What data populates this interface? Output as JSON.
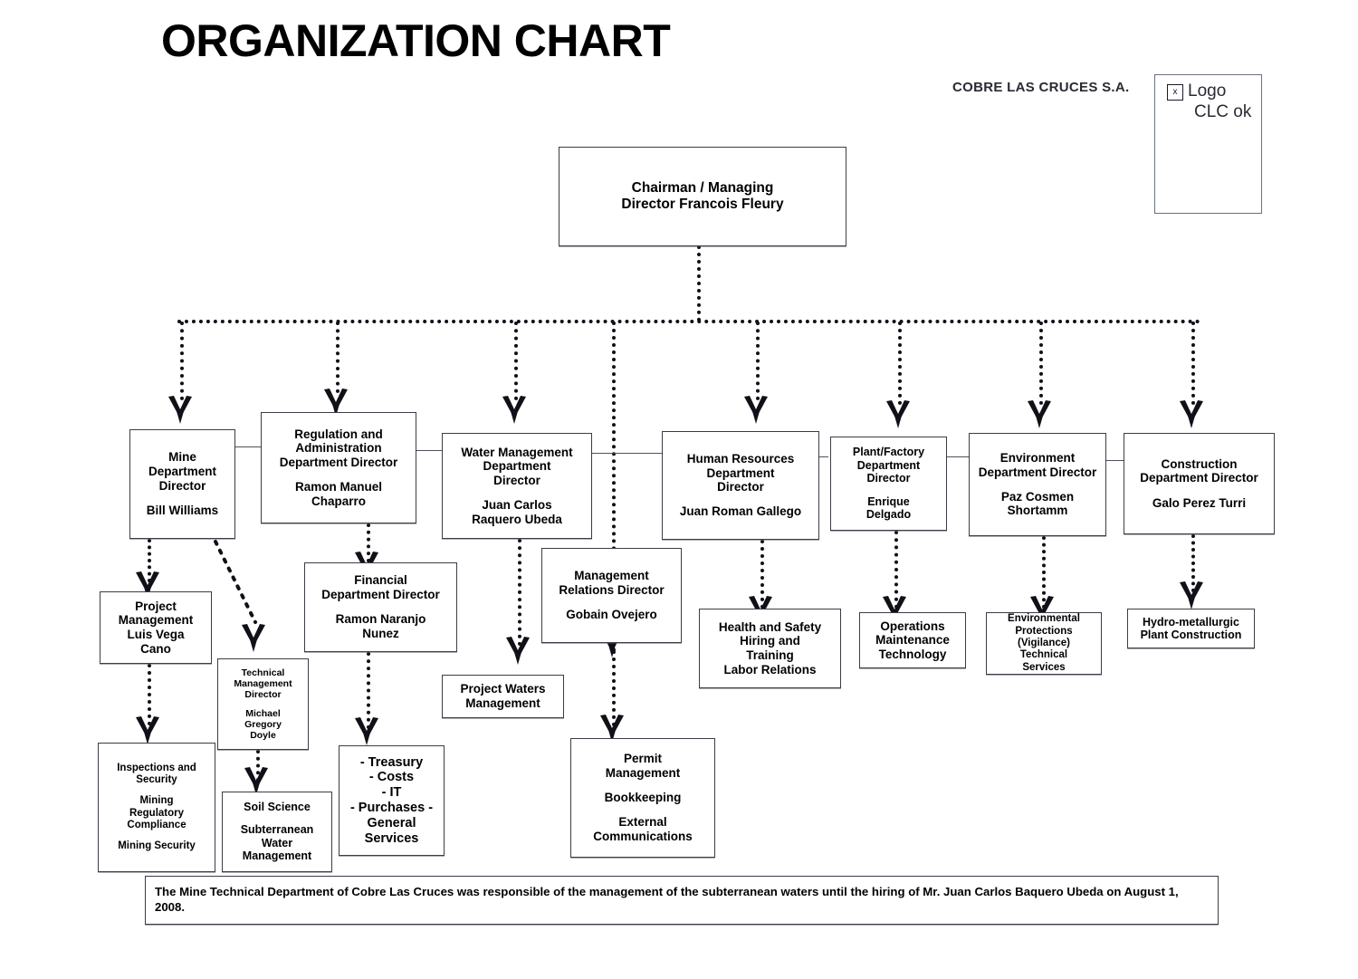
{
  "title": "ORGANIZATION CHART",
  "company": {
    "name": "COBRE LAS CRUCES S.A.",
    "logo_placeholder": {
      "broken_image_glyph": "x",
      "line1": "Logo",
      "line2": "CLC ok"
    }
  },
  "chart_data": {
    "type": "diagram",
    "title": "ORGANIZATION CHART",
    "subtitle": "COBRE LAS CRUCES S.A.",
    "connector_style": "dotted arrows",
    "nodes": [
      {
        "id": "chairman",
        "level": 0,
        "title": "Chairman / Managing",
        "title2": "Director Francois Fleury",
        "name": ""
      },
      {
        "id": "mine",
        "level": 1,
        "title": "Mine\nDepartment\nDirector",
        "name": "Bill Williams"
      },
      {
        "id": "regulation",
        "level": 1,
        "title": "Regulation and\nAdministration\nDepartment Director",
        "name": "Ramon Manuel\nChaparro"
      },
      {
        "id": "water",
        "level": 1,
        "title": "Water Management\nDepartment\nDirector",
        "name": "Juan Carlos\nRaquero Ubeda"
      },
      {
        "id": "hr",
        "level": 1,
        "title": "Human Resources\nDepartment\nDirector",
        "name": "Juan Roman Gallego"
      },
      {
        "id": "plant",
        "level": 1,
        "title": "Plant/Factory\nDepartment\nDirector",
        "name": "Enrique\nDelgado"
      },
      {
        "id": "environment",
        "level": 1,
        "title": "Environment\nDepartment Director",
        "name": "Paz Cosmen\nShortamm"
      },
      {
        "id": "construction",
        "level": 1,
        "title": "Construction\nDepartment Director",
        "name": "Galo Perez Turri"
      },
      {
        "id": "management-relations",
        "level": 1,
        "title": "Management\nRelations Director",
        "name": "Gobain Ovejero"
      },
      {
        "id": "project-management",
        "level": 2,
        "title": "Project\nManagement\nLuis Vega\nCano",
        "name": ""
      },
      {
        "id": "technical-management",
        "level": 2,
        "title": "Technical\nManagement\nDirector",
        "name": "Michael\nGregory\nDoyle"
      },
      {
        "id": "financial",
        "level": 2,
        "title": "Financial\nDepartment Director",
        "name": "Ramon Naranjo\nNunez"
      },
      {
        "id": "project-waters",
        "level": 2,
        "title": "Project Waters\nManagement",
        "name": ""
      },
      {
        "id": "health-safety",
        "level": 2,
        "title": "Health and Safety\nHiring and\nTraining\nLabor Relations",
        "name": ""
      },
      {
        "id": "operations",
        "level": 2,
        "title": "Operations\nMaintenance\nTechnology",
        "name": ""
      },
      {
        "id": "environmental-protections",
        "level": 2,
        "title": "Environmental\nProtections\n(Vigilance)\nTechnical\nServices",
        "name": ""
      },
      {
        "id": "hydro-plant",
        "level": 2,
        "title": "Hydro-metallurgic\nPlant Construction",
        "name": ""
      },
      {
        "id": "inspections",
        "level": 3,
        "title": "Inspections and\nSecurity\n\nMining\nRegulatory\nCompliance\n\nMining Security",
        "name": ""
      },
      {
        "id": "soil-science",
        "level": 3,
        "title": "Soil Science\n\nSubterranean\nWater\nManagement",
        "name": ""
      },
      {
        "id": "treasury",
        "level": 3,
        "title": "- Treasury\n- Costs\n- IT\n- Purchases -\nGeneral\nServices",
        "name": ""
      },
      {
        "id": "permit",
        "level": 3,
        "title": "Permit\nManagement\n\nBookkeeping\n\nExternal\nCommunications",
        "name": ""
      }
    ]
  },
  "boxes": {
    "chairman": {
      "line1": "Chairman / Managing",
      "line2": "Director Francois Fleury"
    },
    "mine": {
      "title": "Mine\nDepartment\nDirector",
      "name": "Bill Williams"
    },
    "regulation": {
      "title": "Regulation and\nAdministration\nDepartment Director",
      "name": "Ramon Manuel\nChaparro"
    },
    "water": {
      "title": "Water Management\nDepartment\nDirector",
      "name": "Juan Carlos\nRaquero Ubeda"
    },
    "hr": {
      "title": "Human Resources\nDepartment\nDirector",
      "name": "Juan Roman Gallego"
    },
    "plant": {
      "title": "Plant/Factory\nDepartment\nDirector",
      "name": "Enrique\nDelgado"
    },
    "environment": {
      "title": "Environment\nDepartment Director",
      "name": "Paz Cosmen\nShortamm"
    },
    "construction": {
      "title": "Construction\nDepartment Director",
      "name": "Galo Perez Turri"
    },
    "management_relations": {
      "title": "Management\nRelations Director",
      "name": "Gobain Ovejero"
    },
    "project_management": {
      "text": "Project\nManagement\nLuis Vega\nCano"
    },
    "technical_management": {
      "title": "Technical\nManagement\nDirector",
      "name": "Michael\nGregory\nDoyle"
    },
    "financial": {
      "title": "Financial\nDepartment Director",
      "name": "Ramon Naranjo\nNunez"
    },
    "project_waters": {
      "text": "Project Waters\nManagement"
    },
    "health_safety": {
      "text": "Health and Safety\nHiring and\nTraining\nLabor Relations"
    },
    "operations": {
      "text": "Operations\nMaintenance\nTechnology"
    },
    "environmental_protections": {
      "text": "Environmental\nProtections\n(Vigilance)\nTechnical\nServices"
    },
    "hydro_plant": {
      "text": "Hydro-metallurgic\nPlant Construction"
    },
    "inspections": {
      "p1": "Inspections and\nSecurity",
      "p2": "Mining\nRegulatory\nCompliance",
      "p3": "Mining Security"
    },
    "soil_science": {
      "p1": "Soil Science",
      "p2": "Subterranean\nWater\nManagement"
    },
    "treasury": {
      "text": "- Treasury\n- Costs\n- IT\n- Purchases -\nGeneral\nServices"
    },
    "permit": {
      "p1": "Permit\nManagement",
      "p2": "Bookkeeping",
      "p3": "External\nCommunications"
    }
  },
  "footnote": "The Mine Technical Department of Cobre Las Cruces was responsible of the management of the subterranean waters until the hiring of Mr. Juan Carlos Baquero Ubeda on August 1, 2008."
}
